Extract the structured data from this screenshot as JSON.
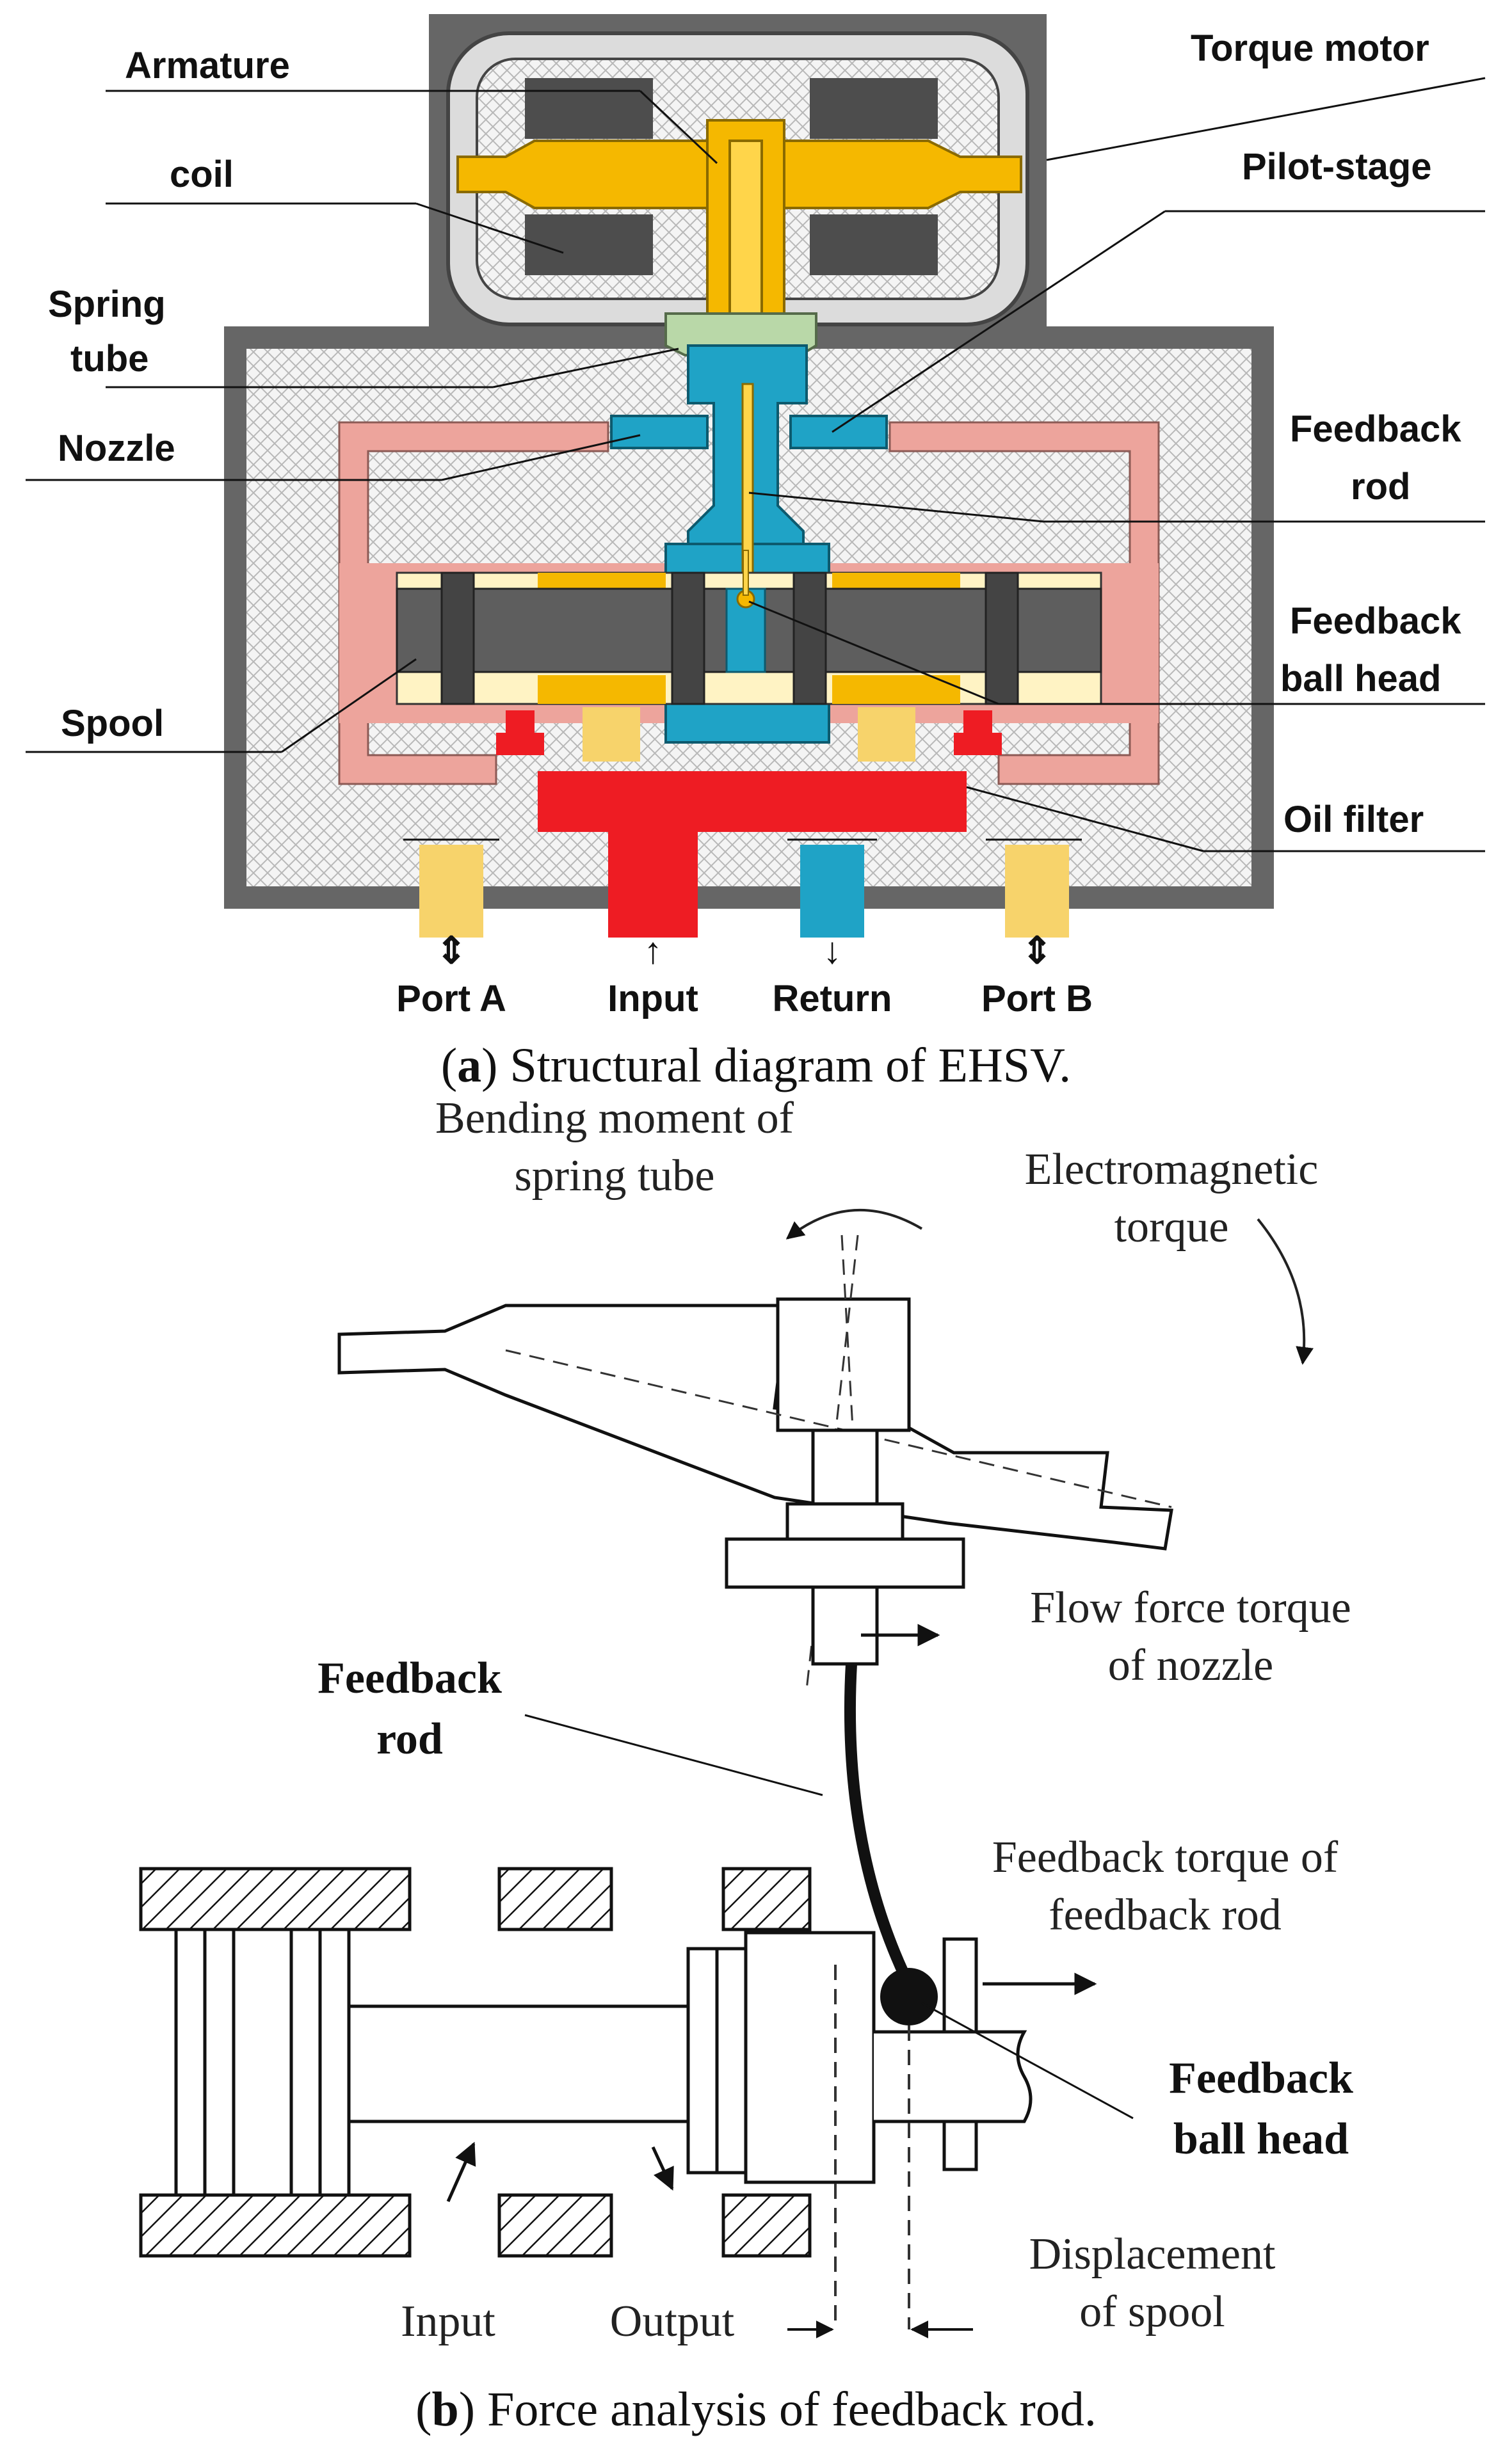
{
  "part_a": {
    "labels": {
      "armature": "Armature",
      "coil": "coil",
      "spring_tube_1": "Spring",
      "spring_tube_2": "tube",
      "nozzle": "Nozzle",
      "spool": "Spool",
      "torque_motor": "Torque motor",
      "pilot_stage": "Pilot-stage",
      "feedback_rod_1": "Feedback",
      "feedback_rod_2": "rod",
      "feedback_ball_1": "Feedback",
      "feedback_ball_2": "ball head",
      "oil_filter": "Oil filter"
    },
    "ports": [
      {
        "arrow": "⇕",
        "label": "Port A"
      },
      {
        "arrow": "↑",
        "label": "Input"
      },
      {
        "arrow": "↓",
        "label": "Return"
      },
      {
        "arrow": "⇕",
        "label": "Port B"
      }
    ],
    "caption": {
      "letter": "a",
      "text": " Structural diagram of EHSV."
    }
  },
  "part_b": {
    "labels": {
      "bending_1": "Bending moment of",
      "bending_2": "spring tube",
      "em_1": "Electromagnetic",
      "em_2": "torque",
      "flow_1": "Flow force torque",
      "flow_2": "of  nozzle",
      "fb_rod_1": "Feedback",
      "fb_rod_2": "rod",
      "fb_torque_1": "Feedback torque of",
      "fb_torque_2": "feedback rod",
      "fb_ball_1": "Feedback",
      "fb_ball_2": "ball head",
      "disp_1": "Displacement",
      "disp_2": "of spool",
      "input": "Input",
      "output": "Output"
    },
    "caption": {
      "letter": "b",
      "text": " Force analysis of feedback rod."
    }
  },
  "colors": {
    "housing": "#666666",
    "cross_hatch": "#f2f2f2",
    "armature": "#f5b800",
    "coil": "#4d4d4d",
    "spring_tube": "#b9d8a8",
    "pilot_blue": "#1fa3c6",
    "channel_pink": "#eda49c",
    "spool_gray": "#5e5e5e",
    "port_yellow": "#f7d36b",
    "input_red": "#ee1c23"
  }
}
